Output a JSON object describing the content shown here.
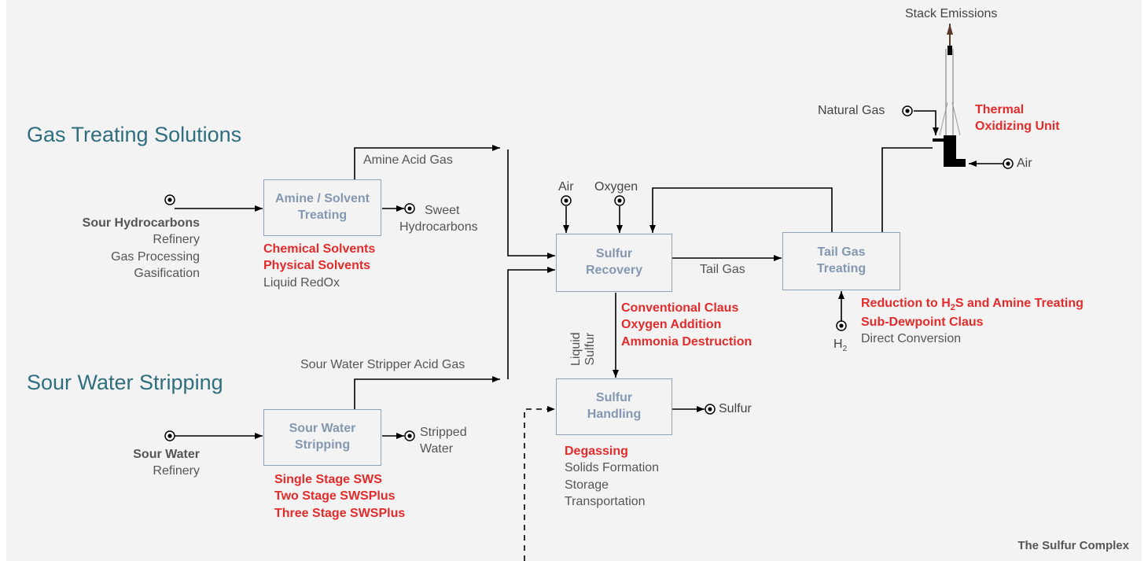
{
  "sections": {
    "gas_treating": "Gas Treating Solutions",
    "sour_water": "Sour Water Stripping"
  },
  "footer": {
    "caption": "The Sulfur Complex"
  },
  "colors": {
    "accent_red": "#e32b2b",
    "box_text": "#8398b0",
    "box_border": "#8fa1b5",
    "section_teal": "#2f6e7e",
    "panel": "#f3f3f3"
  },
  "boxes": {
    "amine": [
      "Amine / Solvent",
      "Treating"
    ],
    "sulfur_recovery": [
      "Sulfur",
      "Recovery"
    ],
    "tail_gas": [
      "Tail Gas",
      "Treating"
    ],
    "sour_water": [
      "Sour Water",
      "Stripping"
    ],
    "sulfur_handling": [
      "Sulfur",
      "Handling"
    ]
  },
  "labels": {
    "stack_emissions": "Stack Emissions",
    "natural_gas": "Natural Gas",
    "thermal_oxidizer": [
      "Thermal",
      "Oxidizing Unit"
    ],
    "air_right": "Air",
    "amine_acid_gas": "Amine Acid Gas",
    "air_top": "Air",
    "oxygen": "Oxygen",
    "sweet_hydrocarbons": [
      "Sweet",
      "Hydrocarbons"
    ],
    "tail_gas_stream": "Tail Gas",
    "liquid_sulfur": [
      "Liquid",
      "Sulfur"
    ],
    "h2": "H",
    "h2_sub": "2",
    "sour_water_stripper_acid_gas": "Sour Water Stripper Acid Gas",
    "stripped_water": [
      "Stripped",
      "Water"
    ],
    "sulfur_product": "Sulfur"
  },
  "sour_hydrocarbons": {
    "title": "Sour Hydrocarbons",
    "sources": [
      "Refinery",
      "Gas Processing",
      "Gasification"
    ]
  },
  "sour_water_feed": {
    "title": "Sour Water",
    "sources": [
      "Refinery"
    ]
  },
  "technologies": {
    "amine": {
      "highlighted": [
        "Chemical Solvents",
        "Physical Solvents"
      ],
      "other": [
        "Liquid RedOx"
      ]
    },
    "sulfur_recovery": {
      "highlighted": [
        "Conventional Claus",
        "Oxygen Addition",
        "Ammonia Destruction"
      ]
    },
    "tail_gas": {
      "highlighted": [
        "Sub-Dewpoint Claus"
      ],
      "other": [
        "Direct Conversion"
      ]
    },
    "sour_water": {
      "highlighted": [
        "Single Stage SWS",
        "Two Stage SWSPlus",
        "Three Stage SWSPlus"
      ]
    },
    "sulfur_handling": {
      "highlighted": [
        "Degassing"
      ],
      "other": [
        "Solids Formation",
        "Storage",
        "Transportation"
      ]
    }
  },
  "tail_gas_reduction": {
    "before": "Reduction to H",
    "sub": "2",
    "after": "S and Amine Treating"
  }
}
